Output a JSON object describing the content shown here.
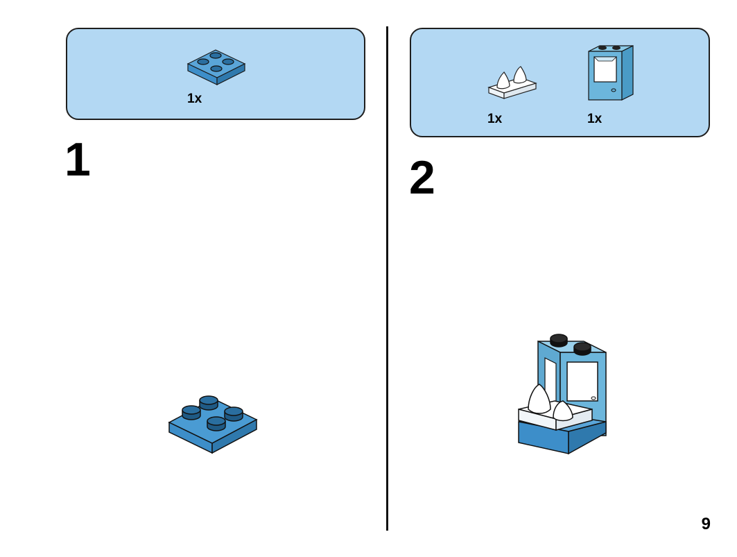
{
  "step1": {
    "number": "1",
    "parts": [
      {
        "qty": "1x",
        "part": "2x2-plate",
        "color": "#3d8ec9"
      }
    ]
  },
  "step2": {
    "number": "2",
    "parts": [
      {
        "qty": "1x",
        "part": "plate-with-two-cones",
        "color": "#ffffff"
      },
      {
        "qty": "1x",
        "part": "1x2x2-window-frame",
        "color": "#6cb6dc"
      }
    ]
  },
  "page": {
    "number": "9"
  },
  "colors": {
    "callout_bg": "#b3d8f3",
    "plate_blue": "#3d8ec9",
    "frame_light_blue": "#6cb6dc",
    "white_part": "#ffffff"
  }
}
